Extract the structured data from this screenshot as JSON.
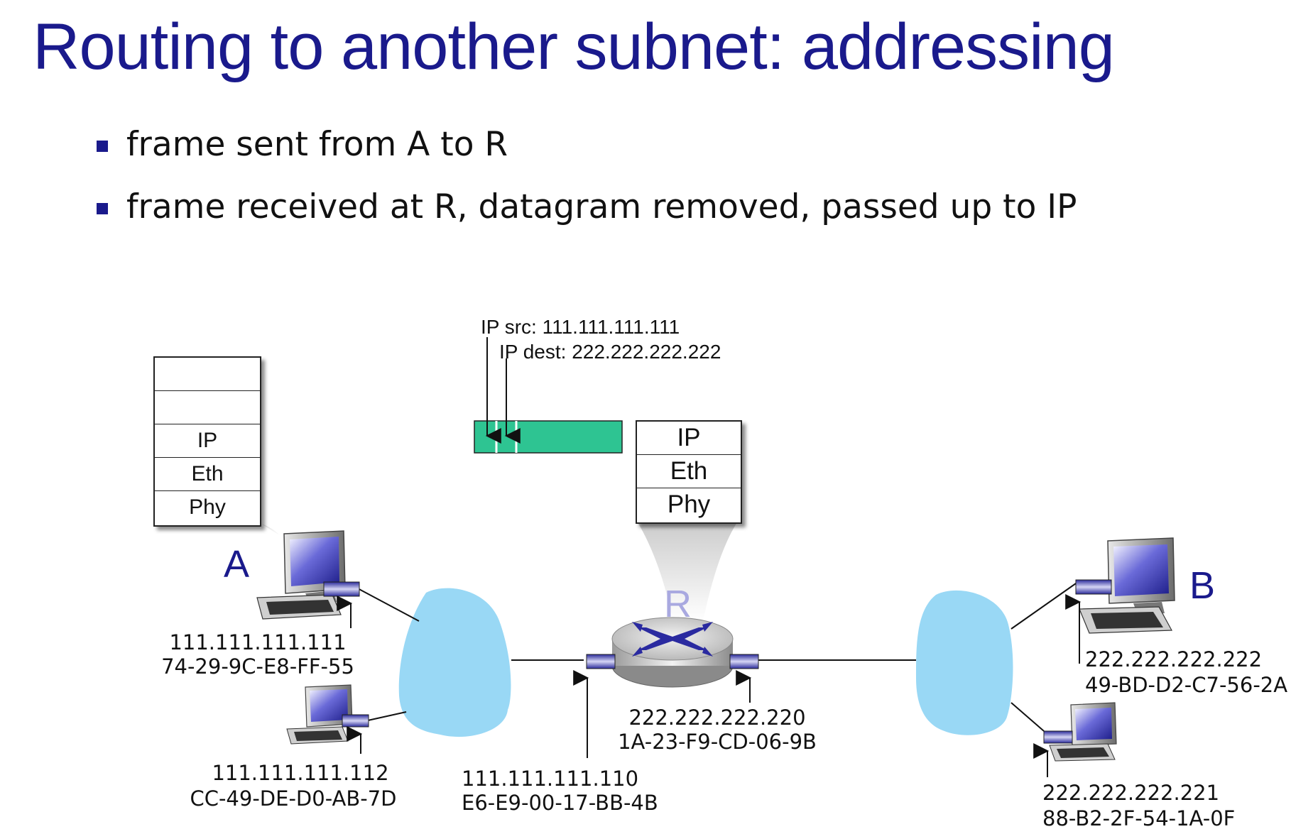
{
  "slide": {
    "title": "Routing to another subnet: addressing",
    "bullets": [
      "frame sent from A to R",
      "frame received at R, datagram removed, passed up to IP"
    ]
  },
  "diagram": {
    "datagram": {
      "ip_src": "IP src: 111.111.111.111",
      "ip_dest": "IP dest: 222.222.222.222",
      "color": "#2ec492"
    },
    "host_A_stack": [
      "",
      "",
      "IP",
      "Eth",
      "Phy"
    ],
    "router_stack": [
      "IP",
      "Eth",
      "Phy"
    ],
    "nodes": {
      "A": "A",
      "B": "B",
      "R": "R"
    },
    "addresses": {
      "host_A": {
        "ip": "111.111.111.111",
        "mac": "74-29-9C-E8-FF-55"
      },
      "host_A2": {
        "ip": "111.111.111.112",
        "mac": "CC-49-DE-D0-AB-7D"
      },
      "router_left": {
        "ip": "111.111.111.110",
        "mac": "E6-E9-00-17-BB-4B"
      },
      "router_right": {
        "ip": "222.222.222.220",
        "mac": "1A-23-F9-CD-06-9B"
      },
      "host_B": {
        "ip": "222.222.222.222",
        "mac": "49-BD-D2-C7-56-2A"
      },
      "host_B2": {
        "ip": "222.222.222.221",
        "mac": "88-B2-2F-54-1A-0F"
      }
    },
    "colors": {
      "title": "#1a1a8c",
      "subnet_cloud": "#99d8f5",
      "router_label": "#a9a9e0",
      "adapter": "#3a3aa8"
    }
  }
}
